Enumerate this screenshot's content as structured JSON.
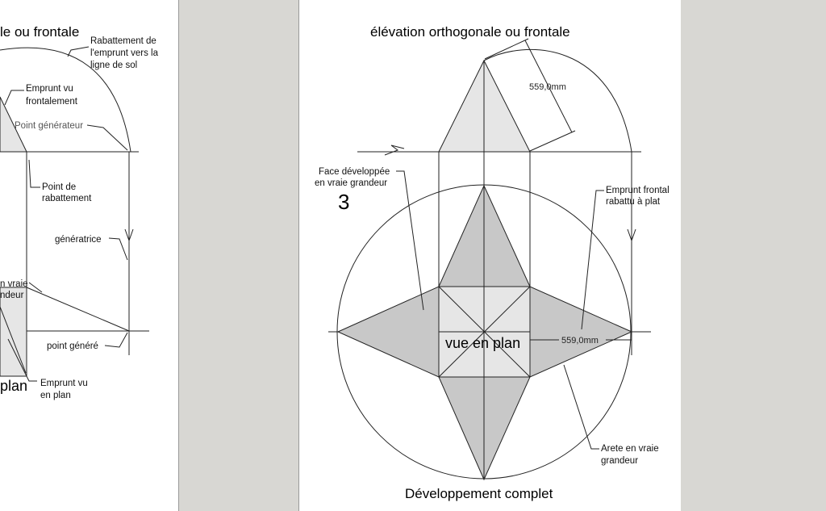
{
  "left_panel": {
    "title": "le ou frontale",
    "rabattement": [
      "Rabattement de",
      "l'emprunt vers la",
      "ligne de sol"
    ],
    "emprunt_vu": [
      "Emprunt vu",
      "frontalement"
    ],
    "point_generateur": "Point générateur",
    "point_rabattement": [
      "Point de",
      "rabattement"
    ],
    "generatrice": "génératrice",
    "vraie_grandeur": [
      "n vraie",
      "ndeur"
    ],
    "point_genere": "point généré",
    "emprunt_plan": [
      "Emprunt vu",
      "en plan"
    ],
    "plan_fragment": "plan"
  },
  "right_panel": {
    "title": "élévation orthogonale ou frontale",
    "dim_top": "559,0mm",
    "face": [
      "Face développée",
      "en vraie grandeur"
    ],
    "face_number": "3",
    "emprunt_frontal": [
      "Emprunt frontal",
      "rabattu à plat"
    ],
    "vue_en_plan": "vue en plan",
    "dim_plan": "559,0mm",
    "arete": [
      "Arete en vraie",
      "grandeur"
    ],
    "footer": "Développement complet"
  },
  "colors": {
    "fill_light": "#e6e6e6",
    "fill_dark": "#c8c8c8",
    "background": "#d8d7d3",
    "line": "#222222"
  }
}
